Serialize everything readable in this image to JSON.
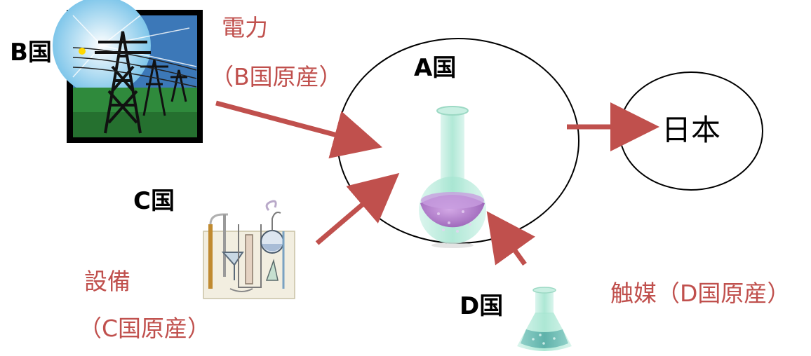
{
  "countries": {
    "a": "A国",
    "b": "B国",
    "c": "C国",
    "d": "D国"
  },
  "japan": "日本",
  "power": {
    "title": "電力",
    "origin": "（B国原産）"
  },
  "equipment": {
    "title": "設備",
    "origin": "（C国原産）"
  },
  "catalyst": "触媒（D国原産）",
  "colors": {
    "arrow": "#c0504d",
    "annotation_text": "#c0504d",
    "flask_liquid_purple": "#b07cc8",
    "flask_liquid_teal": "#66b8b0"
  },
  "icons": {
    "power_tower": "power-tower-icon",
    "lab_equipment": "lab-equipment-icon",
    "round_flask": "round-flask-icon",
    "erlenmeyer_flask": "erlenmeyer-flask-icon"
  }
}
